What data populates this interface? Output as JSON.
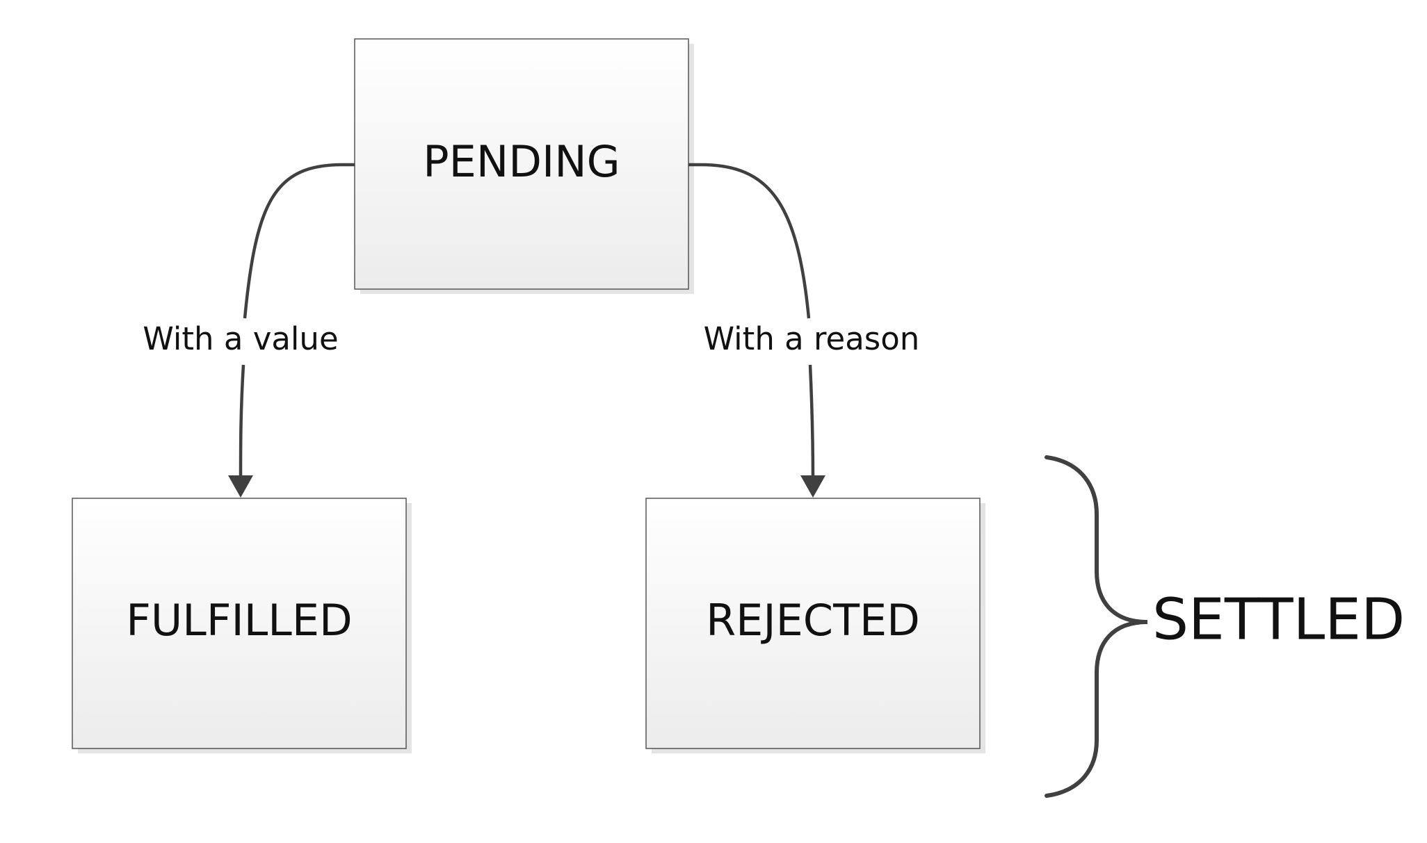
{
  "diagram": {
    "states": {
      "pending": "PENDING",
      "fulfilled": "FULFILLED",
      "rejected": "REJECTED"
    },
    "transitions": {
      "to_fulfilled": "With a value",
      "to_rejected": "With a reason"
    },
    "group": {
      "settled": "SETTLED"
    }
  },
  "colors": {
    "box_border": "#555555",
    "box_fill_top": "#ffffff",
    "box_fill_bottom": "#eeeeee",
    "box_shadow": "#e2e2e2",
    "connector": "#404040",
    "text": "#111111"
  }
}
